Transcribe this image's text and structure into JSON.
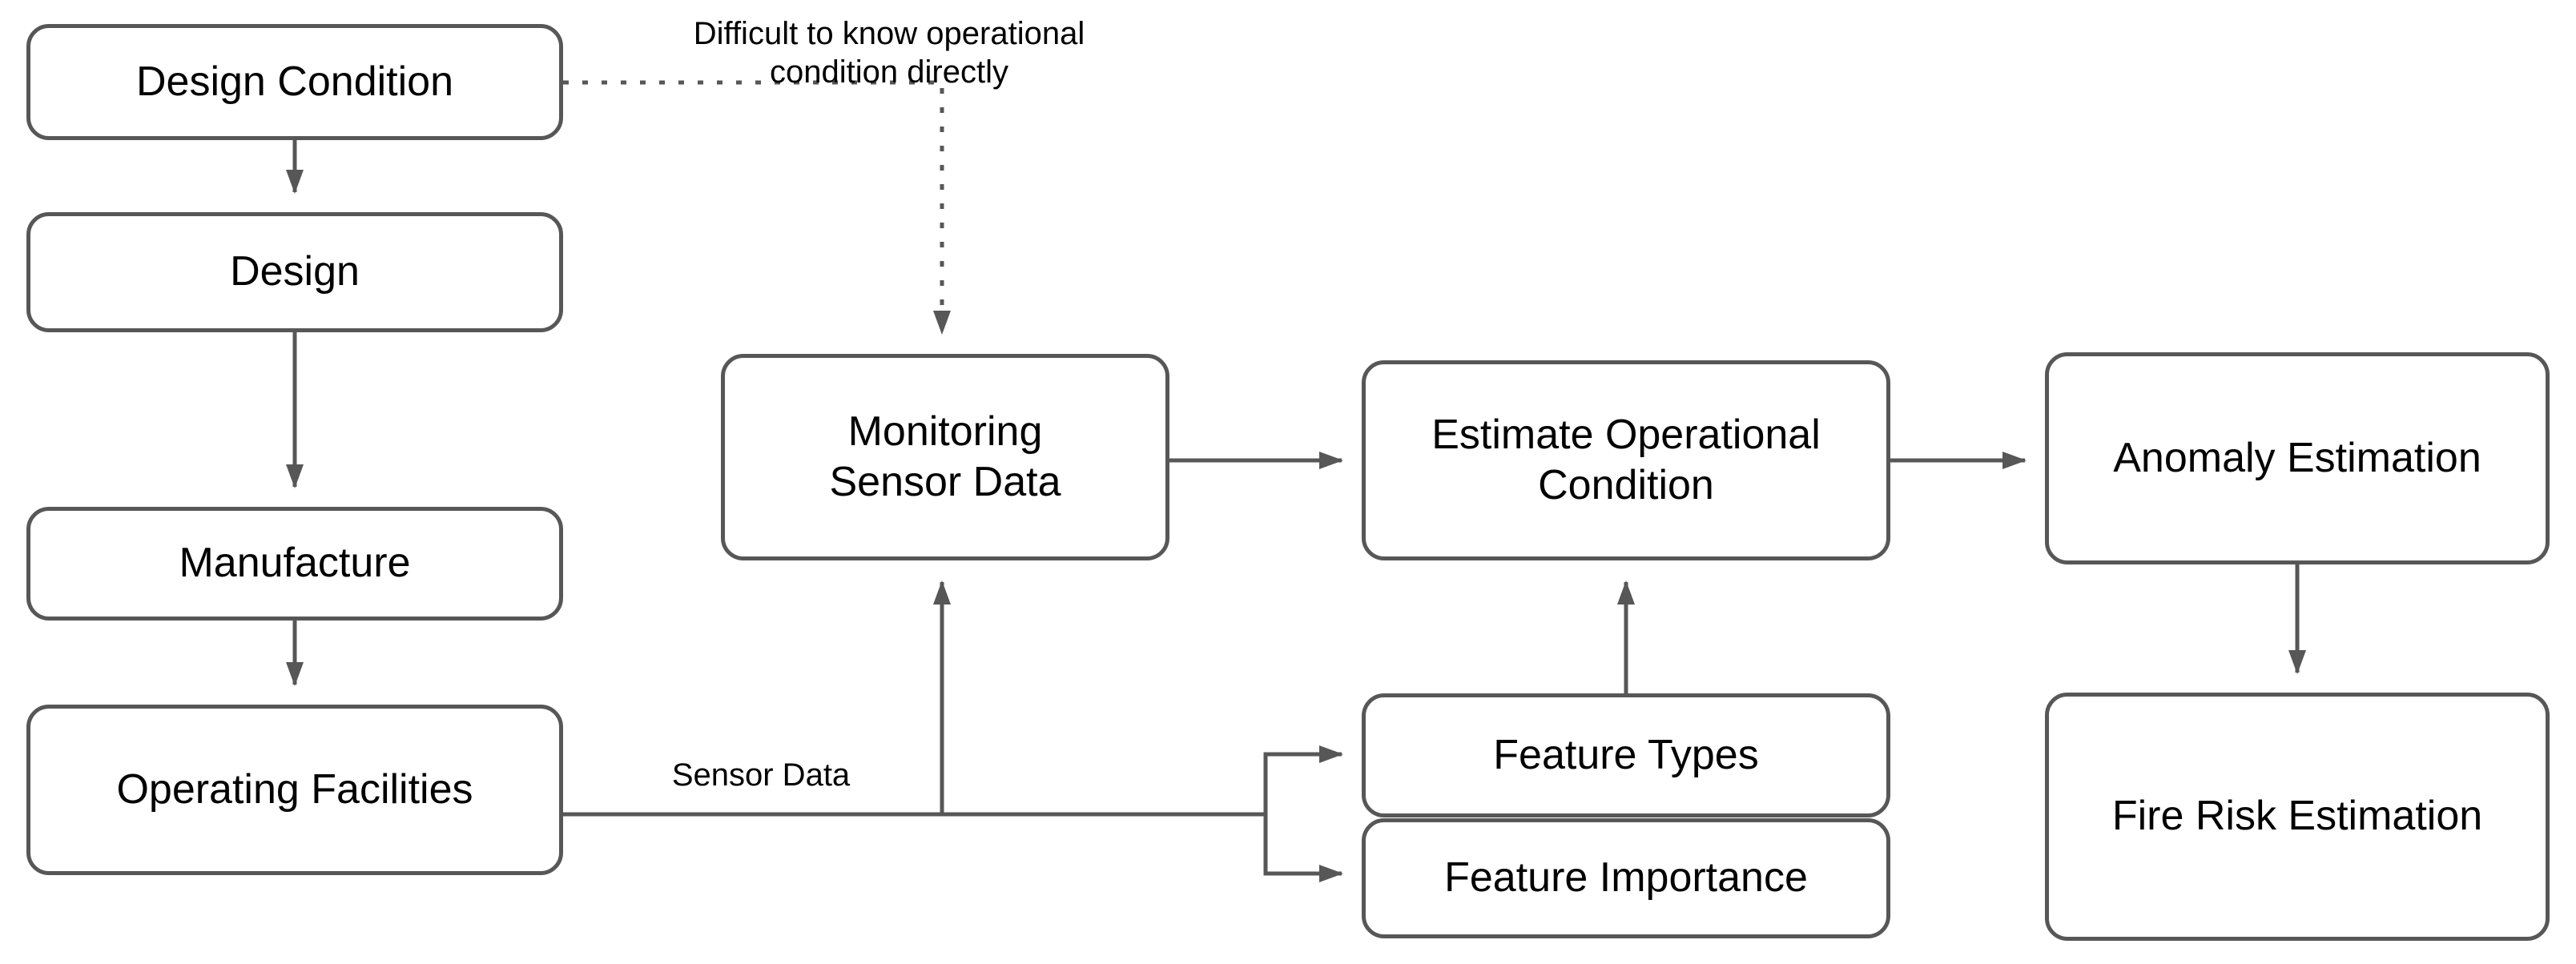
{
  "diagram": {
    "title": "Fire risk estimation process flow",
    "colors": {
      "stroke": "#575757",
      "text": "#000000",
      "background": "#ffffff"
    },
    "nodes": [
      {
        "id": "design-condition",
        "label": "Design Condition"
      },
      {
        "id": "design",
        "label": "Design"
      },
      {
        "id": "manufacture",
        "label": "Manufacture"
      },
      {
        "id": "operating",
        "label": "Operating Facilities"
      },
      {
        "id": "monitoring",
        "label": "Monitoring\nSensor Data"
      },
      {
        "id": "estimate",
        "label": "Estimate Operational\nCondition"
      },
      {
        "id": "feature-types",
        "label": "Feature Types"
      },
      {
        "id": "feature-importance",
        "label": "Feature Importance"
      },
      {
        "id": "anomaly",
        "label": "Anomaly Estimation"
      },
      {
        "id": "fire-risk",
        "label": "Fire Risk Estimation"
      }
    ],
    "edge_labels": {
      "difficult": "Difficult to know operational\ncondition directly",
      "sensor_data": "Sensor Data"
    },
    "edges": [
      {
        "from": "design-condition",
        "to": "monitoring",
        "style": "dotted",
        "label": "Difficult to know operational condition directly"
      },
      {
        "from": "design-condition",
        "to": "design",
        "style": "solid",
        "label": ""
      },
      {
        "from": "design",
        "to": "manufacture",
        "style": "solid",
        "label": ""
      },
      {
        "from": "manufacture",
        "to": "operating",
        "style": "solid",
        "label": ""
      },
      {
        "from": "operating",
        "to": "monitoring",
        "style": "solid",
        "label": "Sensor Data"
      },
      {
        "from": "operating",
        "to": "feature-types",
        "style": "solid",
        "label": ""
      },
      {
        "from": "operating",
        "to": "feature-importance",
        "style": "solid",
        "label": ""
      },
      {
        "from": "monitoring",
        "to": "estimate",
        "style": "solid",
        "label": ""
      },
      {
        "from": "feature-types",
        "to": "estimate",
        "style": "solid",
        "label": ""
      },
      {
        "from": "estimate",
        "to": "anomaly",
        "style": "solid",
        "label": ""
      },
      {
        "from": "anomaly",
        "to": "fire-risk",
        "style": "solid",
        "label": ""
      }
    ]
  }
}
